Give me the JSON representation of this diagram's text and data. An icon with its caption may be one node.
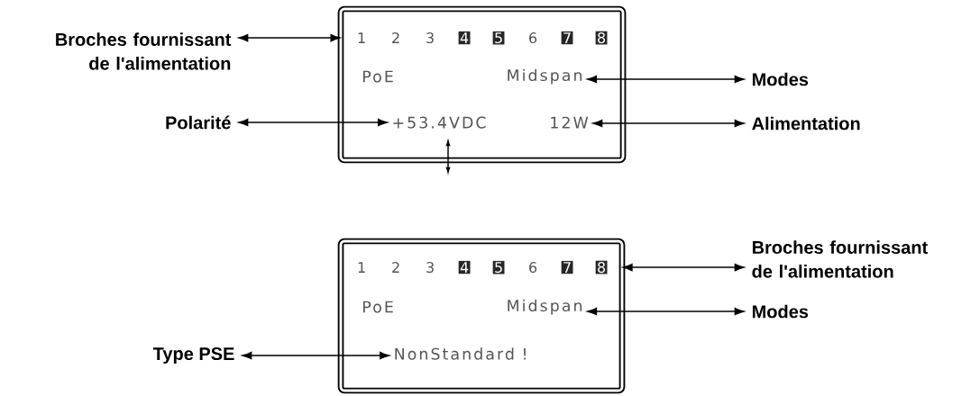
{
  "diagram": {
    "nodes": [
      {
        "text": [],
        "shape": "box"
      },
      {
        "text": [
          "1",
          "2",
          "3",
          "4",
          "5",
          "6",
          "7",
          "8"
        ],
        "in": 0
      },
      {
        "text": [
          "PoE"
        ],
        "in": 0
      },
      {
        "text": [
          "Midspan"
        ],
        "in": 0
      },
      {
        "text": [
          "+53.4VDC"
        ],
        "in": 0
      },
      {
        "text": [
          "12W"
        ],
        "in": 0
      },
      {
        "text": [
          "Broches fournissant de l'alimentation"
        ]
      },
      {
        "text": [
          "Modes"
        ]
      },
      {
        "text": [
          "Polarité"
        ]
      },
      {
        "text": [
          "Alimentation"
        ]
      },
      {
        "text": [],
        "shape": "box"
      },
      {
        "text": [
          "1",
          "2",
          "3",
          "4",
          "5",
          "6",
          "7",
          "8"
        ],
        "in": 10
      },
      {
        "text": [
          "PoE"
        ],
        "in": 10
      },
      {
        "text": [
          "Midspan"
        ],
        "in": 10
      },
      {
        "text": [
          "NonStandard !"
        ],
        "in": 10
      },
      {
        "text": [
          "Broches fournissant de l'alimentation"
        ]
      },
      {
        "text": [
          "Modes"
        ]
      },
      {
        "text": [
          "Type PSE"
        ]
      }
    ],
    "edges": [
      {
        "from": 6,
        "to": 1,
        "arrow": "both"
      },
      {
        "from": 7,
        "to": 3,
        "arrow": "both"
      },
      {
        "from": 8,
        "to": 4,
        "arrow": "both"
      },
      {
        "from": 9,
        "to": 5,
        "arrow": "both"
      },
      {
        "from": 15,
        "to": 11,
        "arrow": "both"
      },
      {
        "from": 16,
        "to": 13,
        "arrow": "both"
      },
      {
        "from": 17,
        "to": 14,
        "arrow": "both"
      }
    ]
  }
}
